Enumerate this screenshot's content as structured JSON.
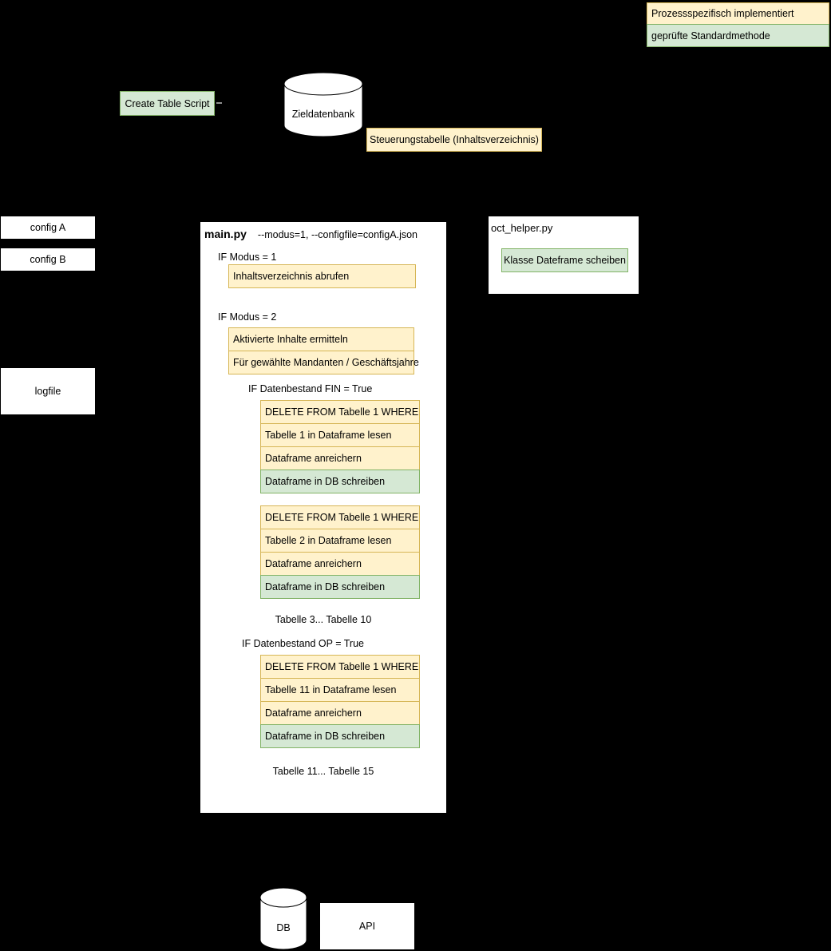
{
  "diagram": {
    "colors": {
      "background": "#000000",
      "process_fill": "#FFF2CC",
      "process_border": "#D6B656",
      "standard_fill": "#D5E8D4",
      "standard_border": "#82B366",
      "shape_fill": "#FFFFFF"
    },
    "legend": {
      "process_label": "Prozessspezifisch implementiert",
      "standard_label": "geprüfte Standardmethode"
    },
    "top": {
      "create_table_script": "Create Table Script",
      "target_database": "Zieldatenbank",
      "control_table": "Steuerungstabelle (Inhaltsverzeichnis)"
    },
    "files": {
      "config_a": "config A",
      "config_b": "config B",
      "logfile": "logfile"
    },
    "main_module": {
      "title": "main.py",
      "args": "--modus=1, --configfile=configA.json",
      "if_modus_1": "IF Modus = 1",
      "modus_1_step": "Inhaltsverzeichnis abrufen",
      "if_modus_2": "IF Modus = 2",
      "modus_2_steps": [
        {
          "label": "Aktivierte Inhalte ermitteln",
          "type": "process"
        },
        {
          "label": "Für gewählte Mandanten / Geschäftsjahre",
          "type": "process"
        }
      ],
      "if_fin": "IF Datenbestand FIN = True",
      "fin_stack_1": [
        {
          "label": "DELETE FROM Tabelle 1 WHERE",
          "type": "process"
        },
        {
          "label": "Tabelle 1 in Dataframe lesen",
          "type": "process"
        },
        {
          "label": "Dataframe anreichern",
          "type": "process"
        },
        {
          "label": "Dataframe in DB schreiben",
          "type": "standard"
        }
      ],
      "fin_stack_2": [
        {
          "label": "DELETE FROM Tabelle 1 WHERE",
          "type": "process"
        },
        {
          "label": "Tabelle 2 in Dataframe lesen",
          "type": "process"
        },
        {
          "label": "Dataframe anreichern",
          "type": "process"
        },
        {
          "label": "Dataframe in DB schreiben",
          "type": "standard"
        }
      ],
      "fin_more": "Tabelle 3... Tabelle 10",
      "if_op": "IF Datenbestand OP = True",
      "op_stack": [
        {
          "label": "DELETE FROM Tabelle 1 WHERE",
          "type": "process"
        },
        {
          "label": "Tabelle 11 in Dataframe lesen",
          "type": "process"
        },
        {
          "label": "Dataframe anreichern",
          "type": "process"
        },
        {
          "label": "Dataframe in DB schreiben",
          "type": "standard"
        }
      ],
      "op_more": "Tabelle 11... Tabelle 15"
    },
    "helper_module": {
      "title": "oct_helper.py",
      "method": "Klasse Dateframe scheiben"
    },
    "bottom": {
      "database": "DB",
      "api": "API"
    }
  }
}
